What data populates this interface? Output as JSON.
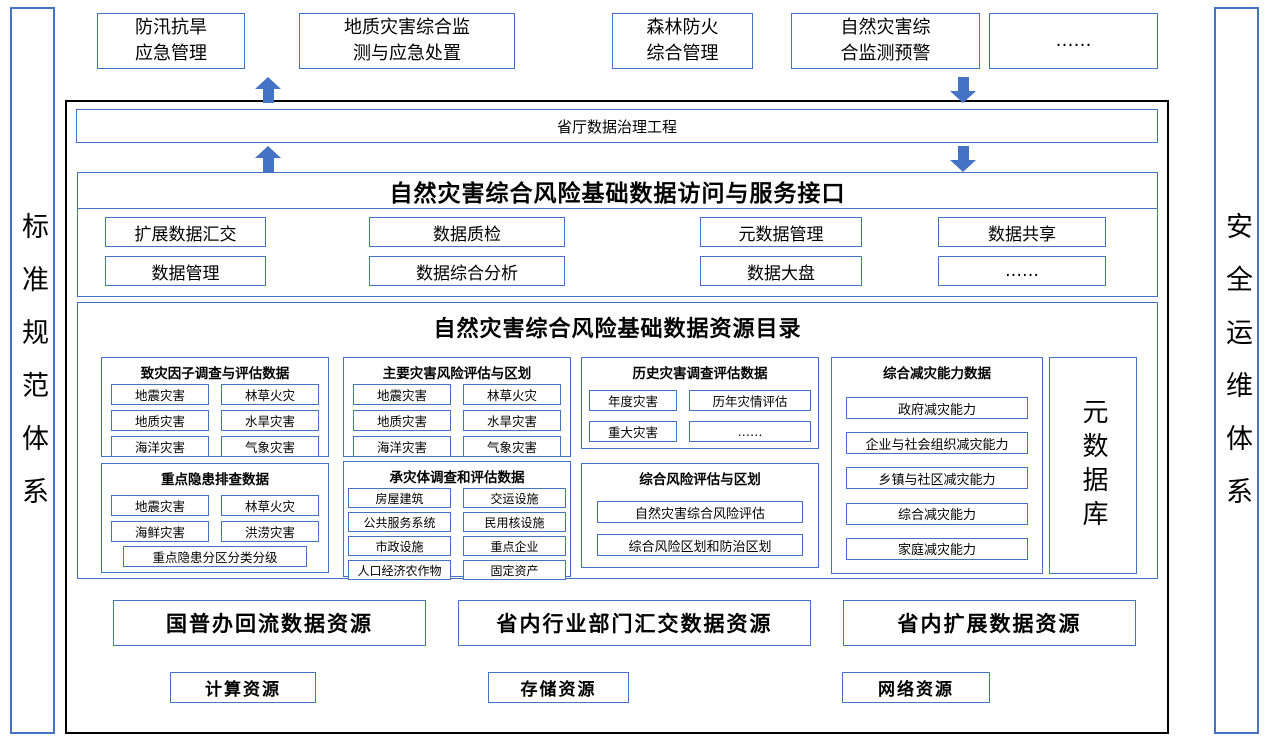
{
  "colors": {
    "box_border": "#4472c4",
    "arrow": "#4472c4",
    "outer_border": "#000000",
    "text": "#000000",
    "background": "#ffffff"
  },
  "side_bars": {
    "left": "标准规范体系",
    "right": "安全运维体系"
  },
  "top_apps": {
    "items": [
      {
        "label": "防汛抗旱\n应急管理"
      },
      {
        "label": "地质灾害综合监\n测与应急处置"
      },
      {
        "label": "森林防火\n综合管理"
      },
      {
        "label": "自然灾害综\n合监测预警"
      },
      {
        "label": "……"
      }
    ]
  },
  "governance_bar": {
    "label": "省厅数据治理工程"
  },
  "service_interface": {
    "title": "自然灾害综合风险基础数据访问与服务接口"
  },
  "services": {
    "row1": [
      "扩展数据汇交",
      "数据质检",
      "元数据管理",
      "数据共享"
    ],
    "row2": [
      "数据管理",
      "数据综合分析",
      "数据大盘",
      "……"
    ]
  },
  "catalog": {
    "title": "自然灾害综合风险基础数据资源目录",
    "groups": {
      "hazard_factors": {
        "title": "致灾因子调查与评估数据",
        "items": [
          "地震灾害",
          "林草火灾",
          "地质灾害",
          "水旱灾害",
          "海洋灾害",
          "气象灾害"
        ]
      },
      "major_risk": {
        "title": "主要灾害风险评估与区划",
        "items": [
          "地震灾害",
          "林草火灾",
          "地质灾害",
          "水旱灾害",
          "海洋灾害",
          "气象灾害"
        ]
      },
      "historical": {
        "title": "历史灾害调查评估数据",
        "items": [
          "年度灾害",
          "历年灾情评估",
          "重大灾害",
          "……"
        ]
      },
      "reduction_capacity": {
        "title": "综合减灾能力数据",
        "items": [
          "政府减灾能力",
          "企业与社会组织减灾能力",
          "乡镇与社区减灾能力",
          "综合减灾能力",
          "家庭减灾能力"
        ]
      },
      "hidden_danger": {
        "title": "重点隐患排查数据",
        "items": [
          "地震灾害",
          "林草火灾",
          "海鲜灾害",
          "洪涝灾害"
        ],
        "wide_item": "重点隐患分区分类分级"
      },
      "bearing_body": {
        "title": "承灾体调查和评估数据",
        "items": [
          "房屋建筑",
          "交运设施",
          "公共服务系统",
          "民用核设施",
          "市政设施",
          "重点企业",
          "人口经济农作物",
          "固定资产"
        ]
      },
      "comprehensive_risk": {
        "title": "综合风险评估与区划",
        "items": [
          "自然灾害综合风险评估",
          "综合风险区划和防治区划"
        ]
      }
    },
    "metadata_db": {
      "label": "元数据库"
    }
  },
  "data_sources": {
    "items": [
      "国普办回流数据资源",
      "省内行业部门汇交数据资源",
      "省内扩展数据资源"
    ]
  },
  "infrastructure": {
    "items": [
      "计算资源",
      "存储资源",
      "网络资源"
    ]
  }
}
